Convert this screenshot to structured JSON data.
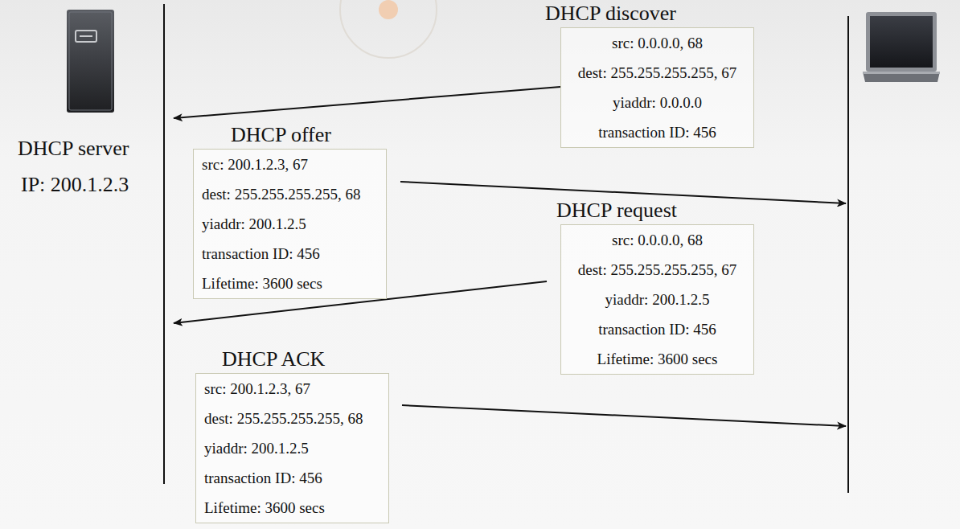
{
  "diagram": {
    "nodes": [
      {
        "text": [
          "DHCP discover",
          "src: 0.0.0.0, 68",
          "dest: 255.255.255.255, 67",
          "yiaddr: 0.0.0.0",
          "transaction ID: 456"
        ]
      },
      {
        "text": [
          "DHCP offer",
          "src: 200.1.2.3, 67",
          "dest: 255.255.255.255, 68",
          "yiaddr: 200.1.2.5",
          "transaction ID: 456",
          "Lifetime: 3600 secs"
        ]
      },
      {
        "text": [
          "DHCP request",
          "src: 0.0.0.0, 68",
          "dest: 255.255.255.255, 67",
          "yiaddr: 200.1.2.5",
          "transaction ID: 456",
          "Lifetime: 3600 secs"
        ]
      },
      {
        "text": [
          "DHCP ACK",
          "src: 200.1.2.3, 67",
          "dest: 255.255.255.255, 68",
          "yiaddr: 200.1.2.5",
          "transaction ID: 456",
          "Lifetime: 3600 secs"
        ]
      }
    ],
    "labels": [
      "DHCP server",
      "IP: 200.1.2.3"
    ]
  }
}
